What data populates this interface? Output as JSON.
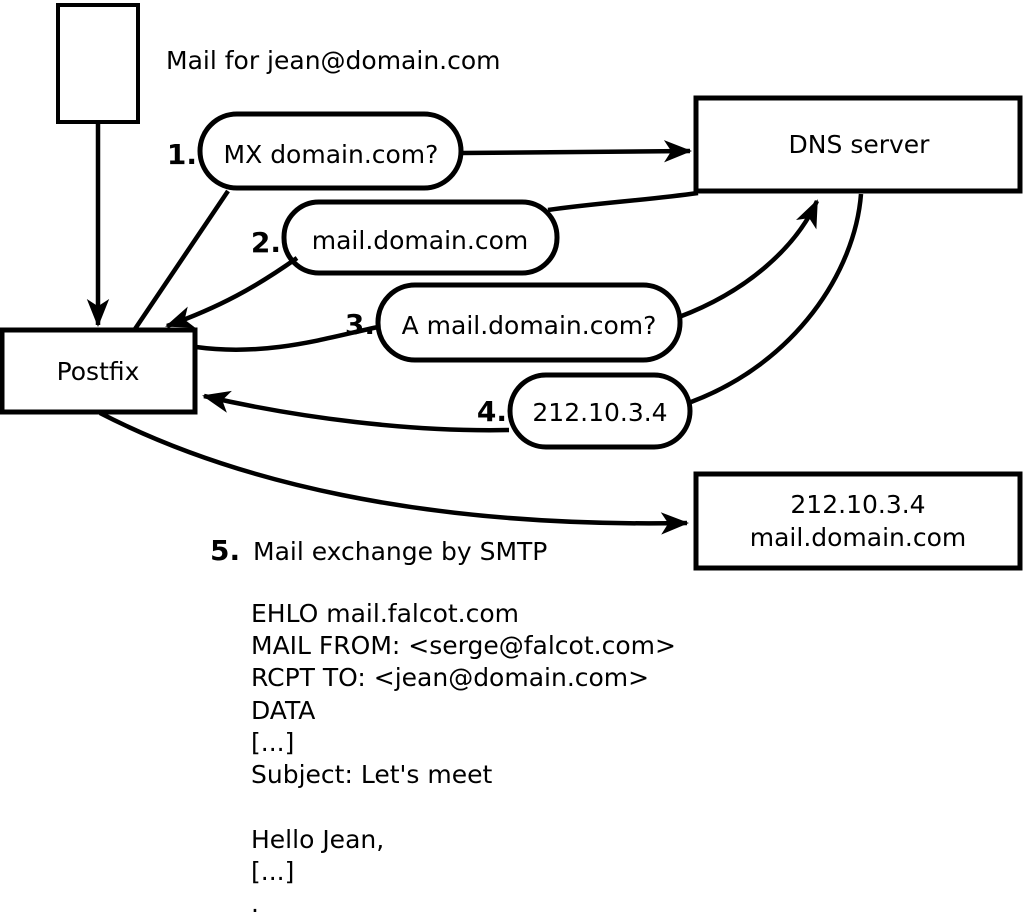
{
  "header": {
    "caption": "Mail for jean@domain.com"
  },
  "nodes": {
    "postfix": {
      "label": "Postfix"
    },
    "dns_server": {
      "label": "DNS server"
    },
    "mail_server": {
      "line1": "212.10.3.4",
      "line2": "mail.domain.com"
    }
  },
  "steps": [
    {
      "num": "1.",
      "label": "MX domain.com?"
    },
    {
      "num": "2.",
      "label": "mail.domain.com"
    },
    {
      "num": "3.",
      "label": "A mail.domain.com?"
    },
    {
      "num": "4.",
      "label": "212.10.3.4"
    },
    {
      "num": "5.",
      "label": "Mail exchange by SMTP"
    }
  ],
  "smtp_session": {
    "lines": [
      "EHLO mail.falcot.com",
      "MAIL FROM: <serge@falcot.com>",
      "RCPT TO: <jean@domain.com>",
      "DATA",
      "[...]",
      "Subject: Let's meet",
      "",
      "Hello Jean,",
      "[...]",
      "."
    ]
  },
  "colors": {
    "stroke": "#000000",
    "background": "#ffffff"
  }
}
